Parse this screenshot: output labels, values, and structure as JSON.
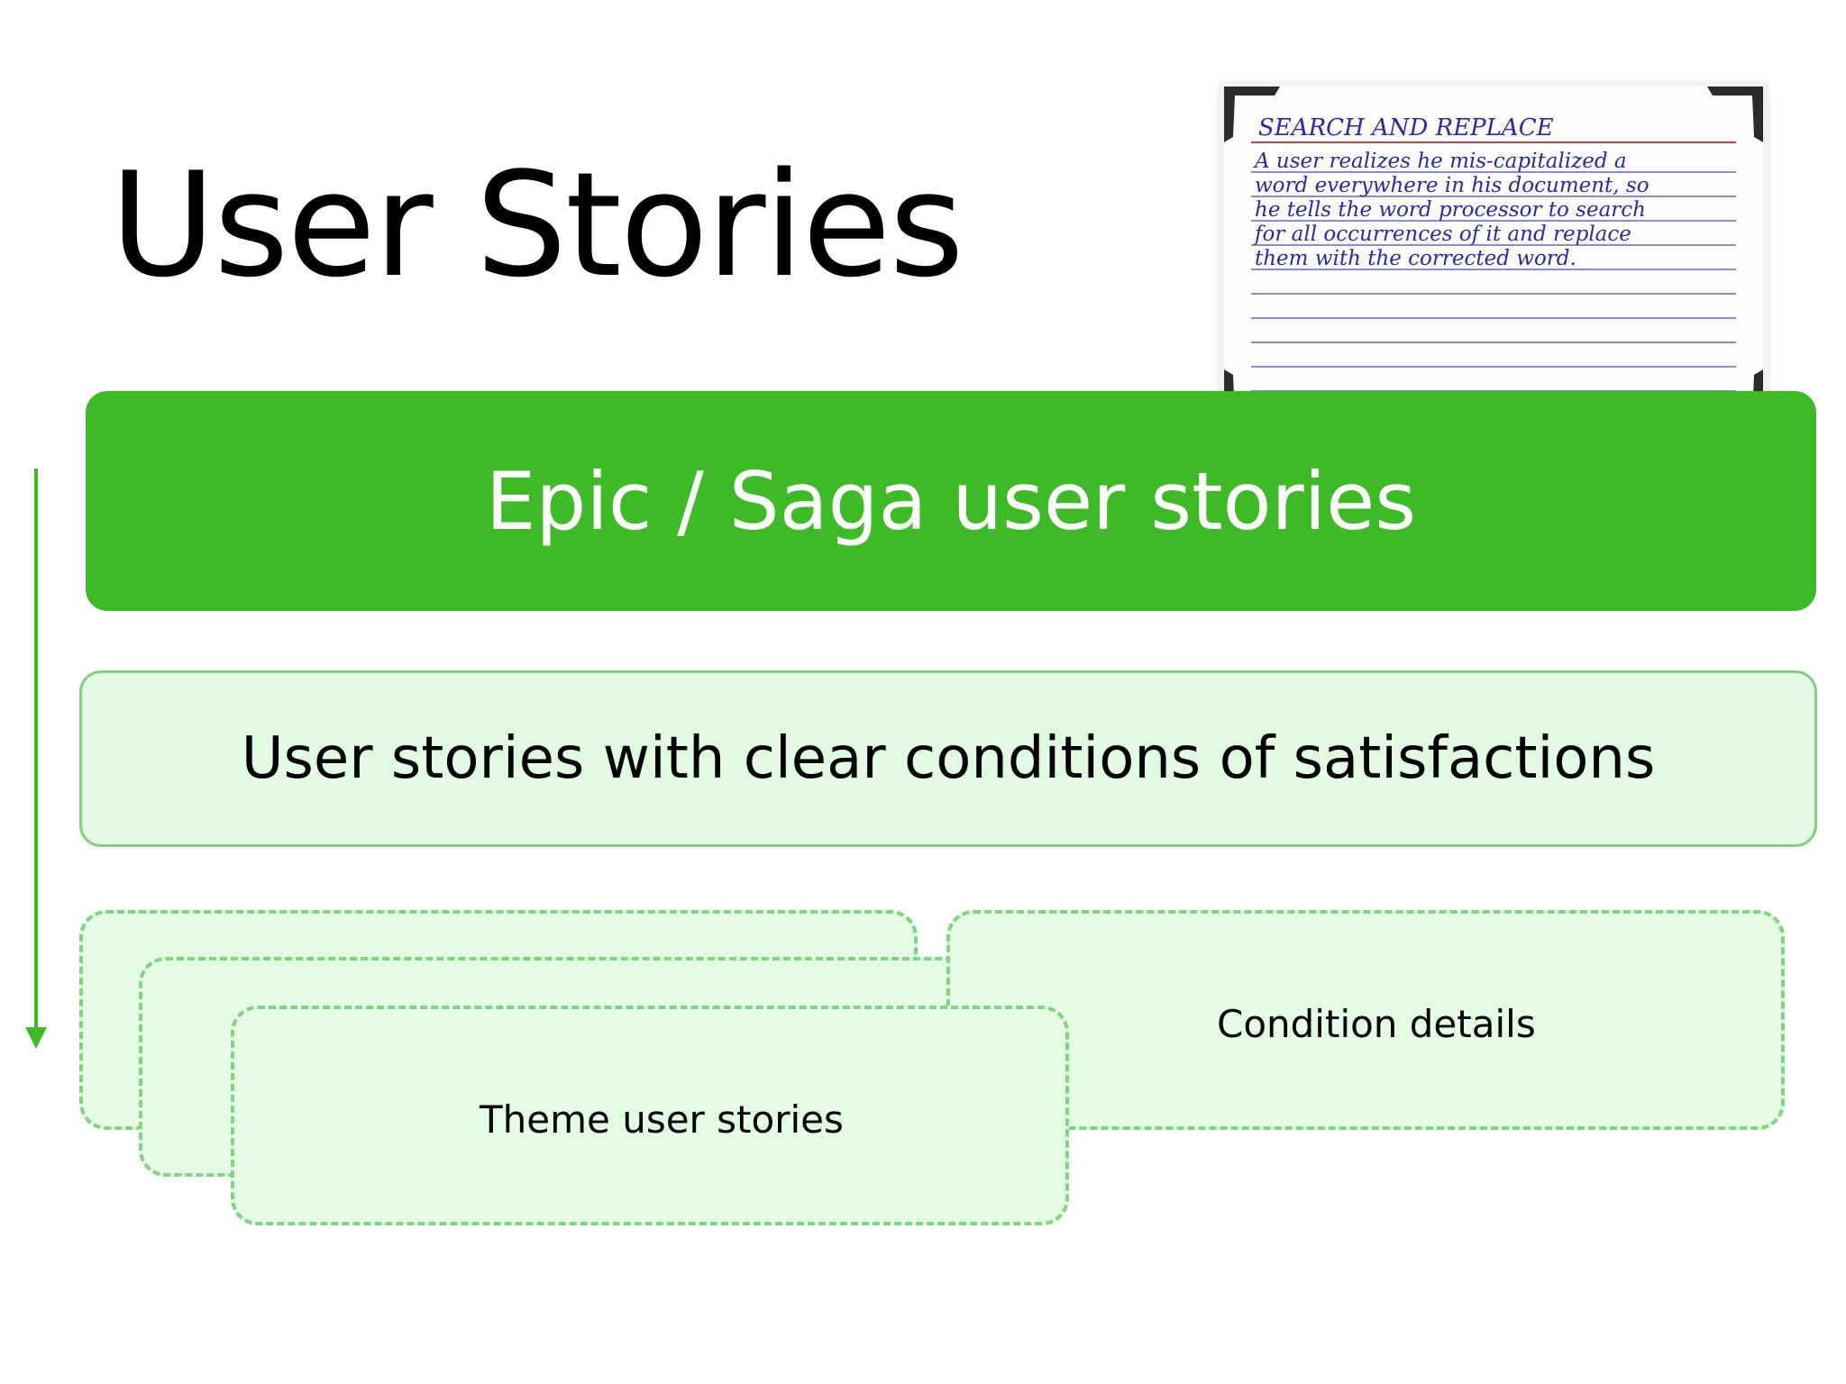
{
  "title": "User Stories",
  "card": {
    "heading": "SEARCH AND REPLACE",
    "lines": [
      "A user realizes he mis-capitalized a",
      "word everywhere in his document, so",
      "he tells the word processor to search",
      "for all occurrences of it and replace",
      "them with the corrected word."
    ]
  },
  "levels": {
    "epic": "Epic / Saga user stories",
    "clear": "User stories with clear conditions of satisfactions",
    "theme": "Theme user stories",
    "condition": "Condition details"
  },
  "colors": {
    "accent_green": "#3dba26",
    "light_green": "#e2fae2",
    "border_green": "#7fd07f",
    "ink_blue": "#2a2a9a",
    "card_rule_red": "#d04040",
    "card_rule_blue": "#8a8ad8"
  }
}
